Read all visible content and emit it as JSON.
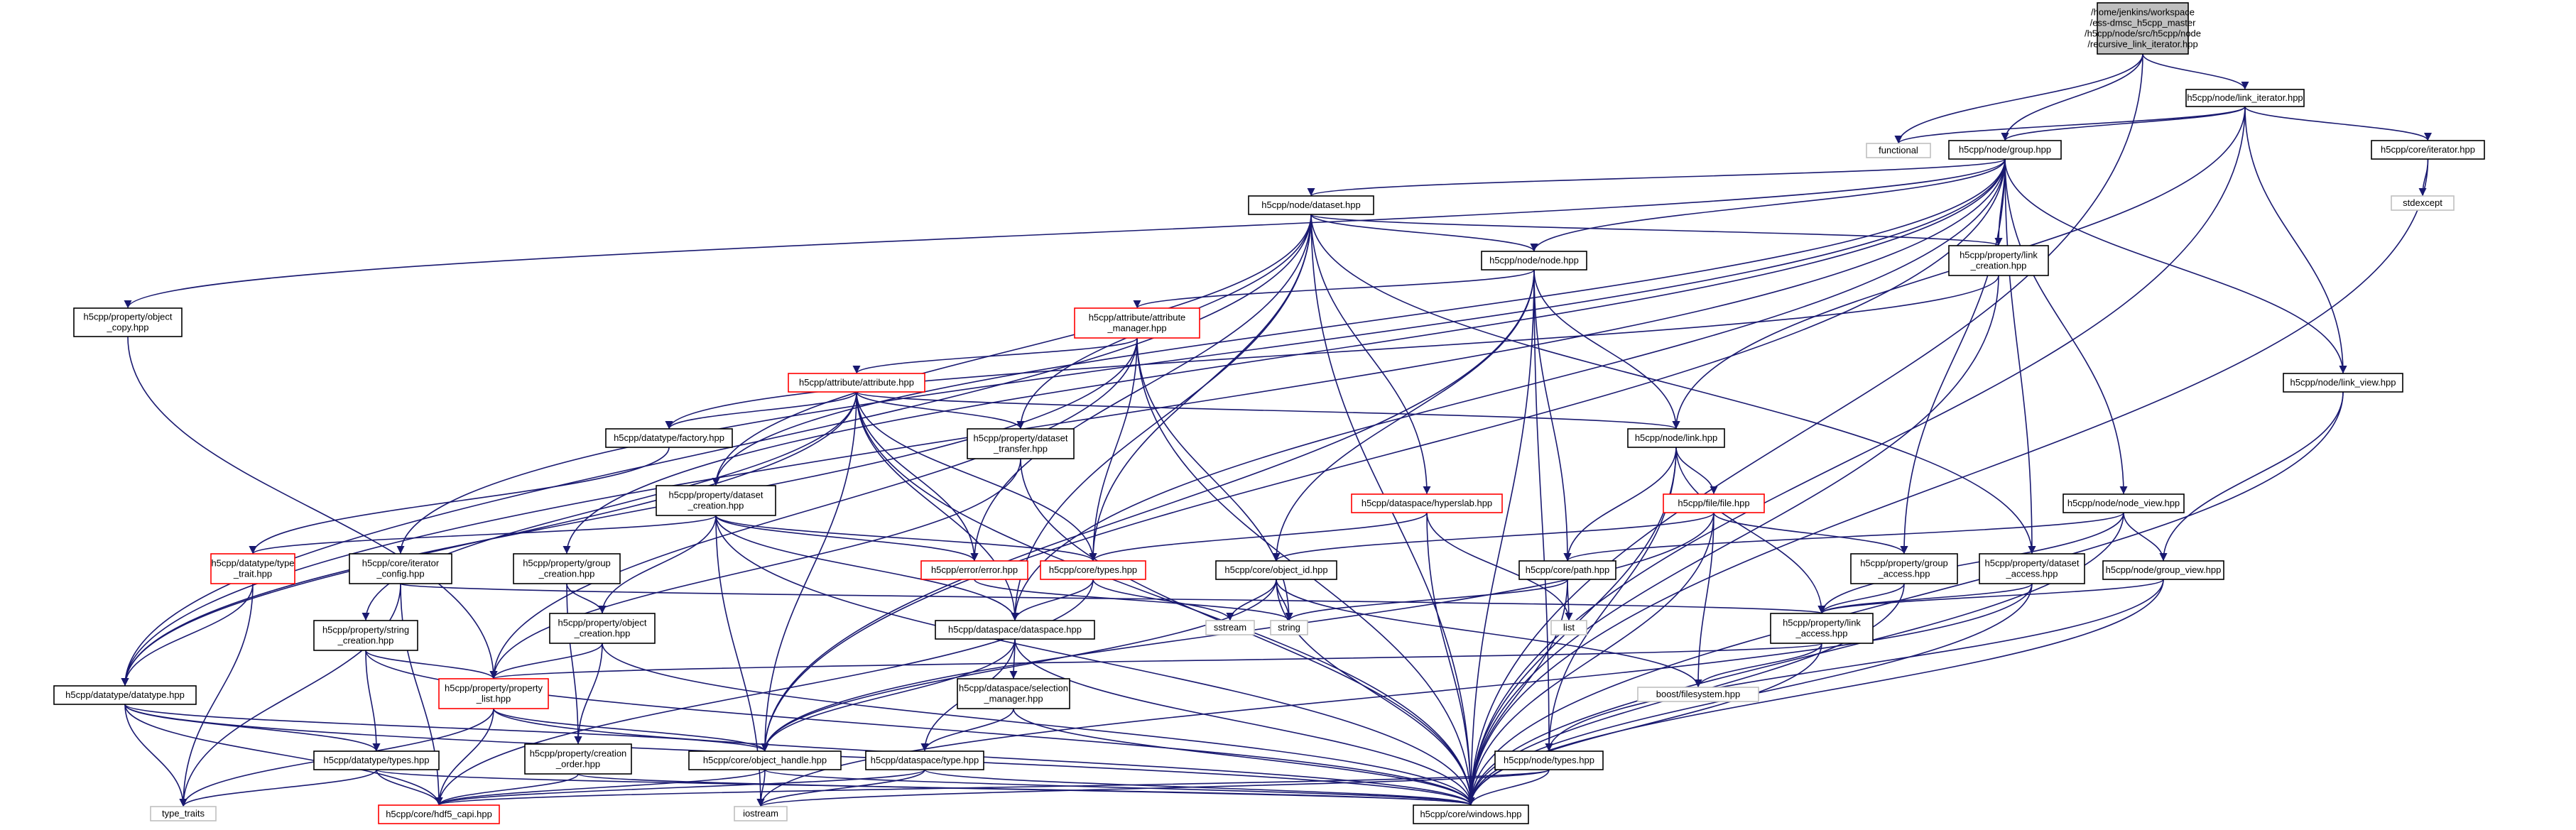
{
  "style": {
    "edge_color": "#191970",
    "root_fill": "#bfbfbf",
    "node_border_default": "#000000",
    "node_border_incomplete": "#ff0000",
    "node_border_system": "#bfbfbf"
  },
  "nodes": [
    {
      "id": "root",
      "lines": [
        "/home/jenkins/workspace",
        "/ess-dmsc_h5cpp_master",
        "/h5cpp/node/src/h5cpp/node",
        "/recursive_link_iterator.hpp"
      ],
      "kind": "root"
    },
    {
      "id": "link_iterator",
      "lines": [
        "h5cpp/node/link_iterator.hpp"
      ],
      "kind": "normal"
    },
    {
      "id": "functional",
      "lines": [
        "functional"
      ],
      "kind": "system"
    },
    {
      "id": "group",
      "lines": [
        "h5cpp/node/group.hpp"
      ],
      "kind": "normal"
    },
    {
      "id": "core_iterator",
      "lines": [
        "h5cpp/core/iterator.hpp"
      ],
      "kind": "normal"
    },
    {
      "id": "stdexcept",
      "lines": [
        "stdexcept"
      ],
      "kind": "system"
    },
    {
      "id": "dataset",
      "lines": [
        "h5cpp/node/dataset.hpp"
      ],
      "kind": "normal"
    },
    {
      "id": "object_copy",
      "lines": [
        "h5cpp/property/object",
        "_copy.hpp"
      ],
      "kind": "normal"
    },
    {
      "id": "node",
      "lines": [
        "h5cpp/node/node.hpp"
      ],
      "kind": "normal"
    },
    {
      "id": "link_creation",
      "lines": [
        "h5cpp/property/link",
        "_creation.hpp"
      ],
      "kind": "normal"
    },
    {
      "id": "attribute_manager",
      "lines": [
        "h5cpp/attribute/attribute",
        "_manager.hpp"
      ],
      "kind": "incomplete"
    },
    {
      "id": "attribute",
      "lines": [
        "h5cpp/attribute/attribute.hpp"
      ],
      "kind": "incomplete"
    },
    {
      "id": "factory",
      "lines": [
        "h5cpp/datatype/factory.hpp"
      ],
      "kind": "normal"
    },
    {
      "id": "dataset_transfer",
      "lines": [
        "h5cpp/property/dataset",
        "_transfer.hpp"
      ],
      "kind": "normal"
    },
    {
      "id": "link_view",
      "lines": [
        "h5cpp/node/link_view.hpp"
      ],
      "kind": "normal"
    },
    {
      "id": "link",
      "lines": [
        "h5cpp/node/link.hpp"
      ],
      "kind": "normal"
    },
    {
      "id": "dataset_creation",
      "lines": [
        "h5cpp/property/dataset",
        "_creation.hpp"
      ],
      "kind": "normal"
    },
    {
      "id": "hyperslab",
      "lines": [
        "h5cpp/dataspace/hyperslab.hpp"
      ],
      "kind": "incomplete"
    },
    {
      "id": "file",
      "lines": [
        "h5cpp/file/file.hpp"
      ],
      "kind": "incomplete"
    },
    {
      "id": "node_view",
      "lines": [
        "h5cpp/node/node_view.hpp"
      ],
      "kind": "normal"
    },
    {
      "id": "type_trait",
      "lines": [
        "h5cpp/datatype/type",
        "_trait.hpp"
      ],
      "kind": "incomplete"
    },
    {
      "id": "iterator_config",
      "lines": [
        "h5cpp/core/iterator",
        "_config.hpp"
      ],
      "kind": "normal"
    },
    {
      "id": "group_creation",
      "lines": [
        "h5cpp/property/group",
        "_creation.hpp"
      ],
      "kind": "normal"
    },
    {
      "id": "error",
      "lines": [
        "h5cpp/error/error.hpp"
      ],
      "kind": "incomplete"
    },
    {
      "id": "core_types",
      "lines": [
        "h5cpp/core/types.hpp"
      ],
      "kind": "incomplete"
    },
    {
      "id": "object_id",
      "lines": [
        "h5cpp/core/object_id.hpp"
      ],
      "kind": "normal"
    },
    {
      "id": "path",
      "lines": [
        "h5cpp/core/path.hpp"
      ],
      "kind": "normal"
    },
    {
      "id": "group_access",
      "lines": [
        "h5cpp/property/group",
        "_access.hpp"
      ],
      "kind": "normal"
    },
    {
      "id": "dataset_access",
      "lines": [
        "h5cpp/property/dataset",
        "_access.hpp"
      ],
      "kind": "normal"
    },
    {
      "id": "group_view",
      "lines": [
        "h5cpp/node/group_view.hpp"
      ],
      "kind": "normal"
    },
    {
      "id": "string_creation",
      "lines": [
        "h5cpp/property/string",
        "_creation.hpp"
      ],
      "kind": "normal"
    },
    {
      "id": "object_creation",
      "lines": [
        "h5cpp/property/object",
        "_creation.hpp"
      ],
      "kind": "normal"
    },
    {
      "id": "dataspace",
      "lines": [
        "h5cpp/dataspace/dataspace.hpp"
      ],
      "kind": "normal"
    },
    {
      "id": "sstream",
      "lines": [
        "sstream"
      ],
      "kind": "system"
    },
    {
      "id": "string",
      "lines": [
        "string"
      ],
      "kind": "system"
    },
    {
      "id": "list",
      "lines": [
        "list"
      ],
      "kind": "system"
    },
    {
      "id": "link_access",
      "lines": [
        "h5cpp/property/link",
        "_access.hpp"
      ],
      "kind": "normal"
    },
    {
      "id": "datatype",
      "lines": [
        "h5cpp/datatype/datatype.hpp"
      ],
      "kind": "normal"
    },
    {
      "id": "property_list",
      "lines": [
        "h5cpp/property/property",
        "_list.hpp"
      ],
      "kind": "incomplete"
    },
    {
      "id": "selection_manager",
      "lines": [
        "h5cpp/dataspace/selection",
        "_manager.hpp"
      ],
      "kind": "normal"
    },
    {
      "id": "boost_filesystem",
      "lines": [
        "boost/filesystem.hpp"
      ],
      "kind": "system"
    },
    {
      "id": "datatype_types",
      "lines": [
        "h5cpp/datatype/types.hpp"
      ],
      "kind": "normal"
    },
    {
      "id": "creation_order",
      "lines": [
        "h5cpp/property/creation",
        "_order.hpp"
      ],
      "kind": "normal"
    },
    {
      "id": "object_handle",
      "lines": [
        "h5cpp/core/object_handle.hpp"
      ],
      "kind": "normal"
    },
    {
      "id": "dataspace_type",
      "lines": [
        "h5cpp/dataspace/type.hpp"
      ],
      "kind": "normal"
    },
    {
      "id": "node_types",
      "lines": [
        "h5cpp/node/types.hpp"
      ],
      "kind": "normal"
    },
    {
      "id": "type_traits",
      "lines": [
        "type_traits"
      ],
      "kind": "system"
    },
    {
      "id": "hdf5_capi",
      "lines": [
        "h5cpp/core/hdf5_capi.hpp"
      ],
      "kind": "incomplete"
    },
    {
      "id": "iostream",
      "lines": [
        "iostream"
      ],
      "kind": "system"
    },
    {
      "id": "windows",
      "lines": [
        "h5cpp/core/windows.hpp"
      ],
      "kind": "normal"
    }
  ],
  "edges": [
    [
      "root",
      "link_iterator"
    ],
    [
      "root",
      "functional"
    ],
    [
      "root",
      "group"
    ],
    [
      "root",
      "windows"
    ],
    [
      "link_iterator",
      "functional"
    ],
    [
      "link_iterator",
      "group"
    ],
    [
      "link_iterator",
      "core_iterator"
    ],
    [
      "link_iterator",
      "link"
    ],
    [
      "link_iterator",
      "link_view"
    ],
    [
      "link_iterator",
      "windows"
    ],
    [
      "core_iterator",
      "stdexcept"
    ],
    [
      "core_iterator",
      "windows"
    ],
    [
      "group",
      "dataset"
    ],
    [
      "group",
      "node"
    ],
    [
      "group",
      "link_creation"
    ],
    [
      "group",
      "object_copy"
    ],
    [
      "group",
      "dataset_creation"
    ],
    [
      "group",
      "iterator_config"
    ],
    [
      "group",
      "group_creation"
    ],
    [
      "group",
      "dataset_access"
    ],
    [
      "group",
      "group_access"
    ],
    [
      "group",
      "link_view"
    ],
    [
      "group",
      "node_view"
    ],
    [
      "group",
      "datatype"
    ],
    [
      "group",
      "dataspace"
    ],
    [
      "group",
      "object_handle"
    ],
    [
      "dataset",
      "node"
    ],
    [
      "dataset",
      "link_creation"
    ],
    [
      "dataset",
      "dataset_creation"
    ],
    [
      "dataset",
      "dataset_transfer"
    ],
    [
      "dataset",
      "hyperslab"
    ],
    [
      "dataset",
      "dataset_access"
    ],
    [
      "dataset",
      "core_types"
    ],
    [
      "dataset",
      "error"
    ],
    [
      "dataset",
      "dataspace"
    ],
    [
      "dataset",
      "datatype"
    ],
    [
      "dataset",
      "windows"
    ],
    [
      "object_copy",
      "property_list"
    ],
    [
      "node",
      "attribute_manager"
    ],
    [
      "node",
      "link"
    ],
    [
      "node",
      "object_id"
    ],
    [
      "node",
      "path"
    ],
    [
      "node",
      "node_types"
    ],
    [
      "node",
      "windows"
    ],
    [
      "node",
      "object_handle"
    ],
    [
      "link_creation",
      "factory"
    ],
    [
      "link_creation",
      "windows"
    ],
    [
      "attribute_manager",
      "attribute"
    ],
    [
      "attribute_manager",
      "core_types"
    ],
    [
      "attribute_manager",
      "string"
    ],
    [
      "attribute_manager",
      "windows"
    ],
    [
      "attribute_manager",
      "property_list"
    ],
    [
      "attribute_manager",
      "datatype"
    ],
    [
      "attribute",
      "factory"
    ],
    [
      "attribute",
      "dataset_transfer"
    ],
    [
      "attribute",
      "link"
    ],
    [
      "attribute",
      "core_types"
    ],
    [
      "attribute",
      "error"
    ],
    [
      "attribute",
      "dataspace"
    ],
    [
      "attribute",
      "object_handle"
    ],
    [
      "attribute",
      "windows"
    ],
    [
      "attribute",
      "datatype"
    ],
    [
      "attribute",
      "string_creation"
    ],
    [
      "factory",
      "type_trait"
    ],
    [
      "dataset_transfer",
      "windows"
    ],
    [
      "dataset_transfer",
      "property_list"
    ],
    [
      "link_view",
      "group_view"
    ],
    [
      "link_view",
      "windows"
    ],
    [
      "link",
      "path"
    ],
    [
      "link",
      "file"
    ],
    [
      "link",
      "link_access"
    ],
    [
      "link",
      "node_types"
    ],
    [
      "link",
      "windows"
    ],
    [
      "dataset_creation",
      "object_creation"
    ],
    [
      "dataset_creation",
      "core_types"
    ],
    [
      "dataset_creation",
      "error"
    ],
    [
      "dataset_creation",
      "type_trait"
    ],
    [
      "dataset_creation",
      "windows"
    ],
    [
      "dataset_creation",
      "iostream"
    ],
    [
      "dataset_creation",
      "dataspace"
    ],
    [
      "hyperslab",
      "core_types"
    ],
    [
      "hyperslab",
      "list"
    ],
    [
      "hyperslab",
      "windows"
    ],
    [
      "file",
      "object_id"
    ],
    [
      "file",
      "group_access"
    ],
    [
      "file",
      "boost_filesystem"
    ],
    [
      "file",
      "windows"
    ],
    [
      "file",
      "object_handle"
    ],
    [
      "node_view",
      "path"
    ],
    [
      "node_view",
      "link_access"
    ],
    [
      "node_view",
      "group_view"
    ],
    [
      "node_view",
      "windows"
    ],
    [
      "type_trait",
      "datatype"
    ],
    [
      "type_trait",
      "type_traits"
    ],
    [
      "iterator_config",
      "link_access"
    ],
    [
      "iterator_config",
      "type_traits"
    ],
    [
      "iterator_config",
      "hdf5_capi"
    ],
    [
      "group_creation",
      "object_creation"
    ],
    [
      "group_creation",
      "creation_order"
    ],
    [
      "error",
      "string"
    ],
    [
      "core_types",
      "dataspace"
    ],
    [
      "core_types",
      "sstream"
    ],
    [
      "core_types",
      "hdf5_capi"
    ],
    [
      "object_id",
      "string"
    ],
    [
      "object_id",
      "sstream"
    ],
    [
      "object_id",
      "boost_filesystem"
    ],
    [
      "object_id",
      "windows"
    ],
    [
      "object_id",
      "object_handle"
    ],
    [
      "path",
      "string"
    ],
    [
      "path",
      "list"
    ],
    [
      "path",
      "windows"
    ],
    [
      "group_access",
      "link_access"
    ],
    [
      "group_access",
      "windows"
    ],
    [
      "dataset_access",
      "link_access"
    ],
    [
      "dataset_access",
      "windows"
    ],
    [
      "dataset_access",
      "iostream"
    ],
    [
      "group_view",
      "link_access"
    ],
    [
      "group_view",
      "node_types"
    ],
    [
      "group_view",
      "windows"
    ],
    [
      "string_creation",
      "property_list"
    ],
    [
      "string_creation",
      "datatype_types"
    ],
    [
      "string_creation",
      "windows"
    ],
    [
      "object_creation",
      "property_list"
    ],
    [
      "object_creation",
      "creation_order"
    ],
    [
      "object_creation",
      "windows"
    ],
    [
      "dataspace",
      "selection_manager"
    ],
    [
      "dataspace",
      "dataspace_type"
    ],
    [
      "dataspace",
      "object_handle"
    ],
    [
      "dataspace",
      "windows"
    ],
    [
      "link_access",
      "property_list"
    ],
    [
      "link_access",
      "boost_filesystem"
    ],
    [
      "link_access",
      "windows"
    ],
    [
      "datatype",
      "datatype_types"
    ],
    [
      "datatype",
      "object_handle"
    ],
    [
      "datatype",
      "type_traits"
    ],
    [
      "datatype",
      "hdf5_capi"
    ],
    [
      "datatype",
      "windows"
    ],
    [
      "property_list",
      "object_handle"
    ],
    [
      "property_list",
      "hdf5_capi"
    ],
    [
      "property_list",
      "type_traits"
    ],
    [
      "property_list",
      "windows"
    ],
    [
      "selection_manager",
      "dataspace_type"
    ],
    [
      "selection_manager",
      "windows"
    ],
    [
      "datatype_types",
      "type_traits"
    ],
    [
      "datatype_types",
      "hdf5_capi"
    ],
    [
      "datatype_types",
      "windows"
    ],
    [
      "creation_order",
      "hdf5_capi"
    ],
    [
      "creation_order",
      "windows"
    ],
    [
      "object_handle",
      "iostream"
    ],
    [
      "object_handle",
      "hdf5_capi"
    ],
    [
      "object_handle",
      "windows"
    ],
    [
      "dataspace_type",
      "iostream"
    ],
    [
      "dataspace_type",
      "hdf5_capi"
    ],
    [
      "dataspace_type",
      "windows"
    ],
    [
      "node_types",
      "iostream"
    ],
    [
      "node_types",
      "hdf5_capi"
    ],
    [
      "node_types",
      "windows"
    ]
  ]
}
